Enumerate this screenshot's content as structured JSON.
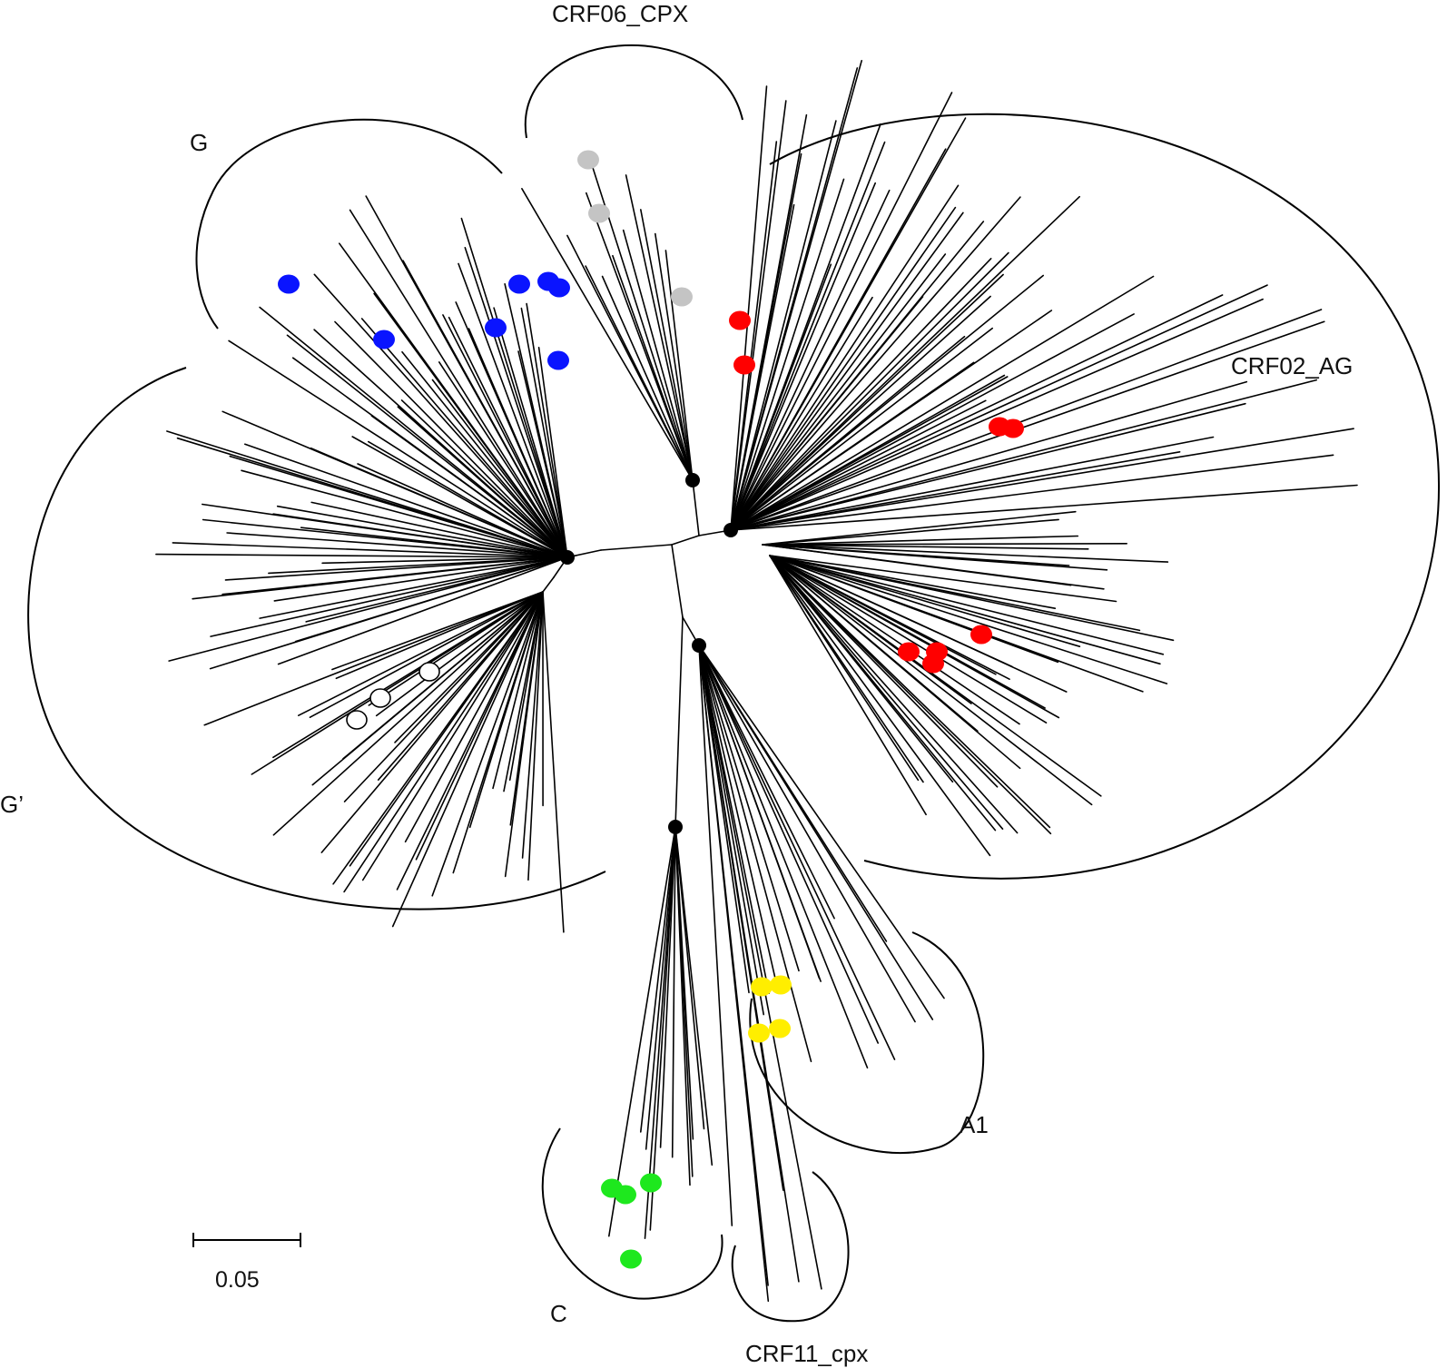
{
  "diagram": {
    "labels": {
      "crf06": "CRF06_CPX",
      "g": "G",
      "crf02": "CRF02_AG",
      "gprime": "G’",
      "a1": "A1",
      "c": "C",
      "crf11": "CRF11_cpx"
    },
    "scale_bar": {
      "label": "0.05"
    },
    "colors": {
      "line": "#000000",
      "node": "#000000",
      "g": "#0a14ff",
      "crf06": "#c4c4c4",
      "crf02": "#ff0000",
      "a1": "#ffee00",
      "c": "#1ee81e",
      "gprime_open": "#000000"
    }
  }
}
